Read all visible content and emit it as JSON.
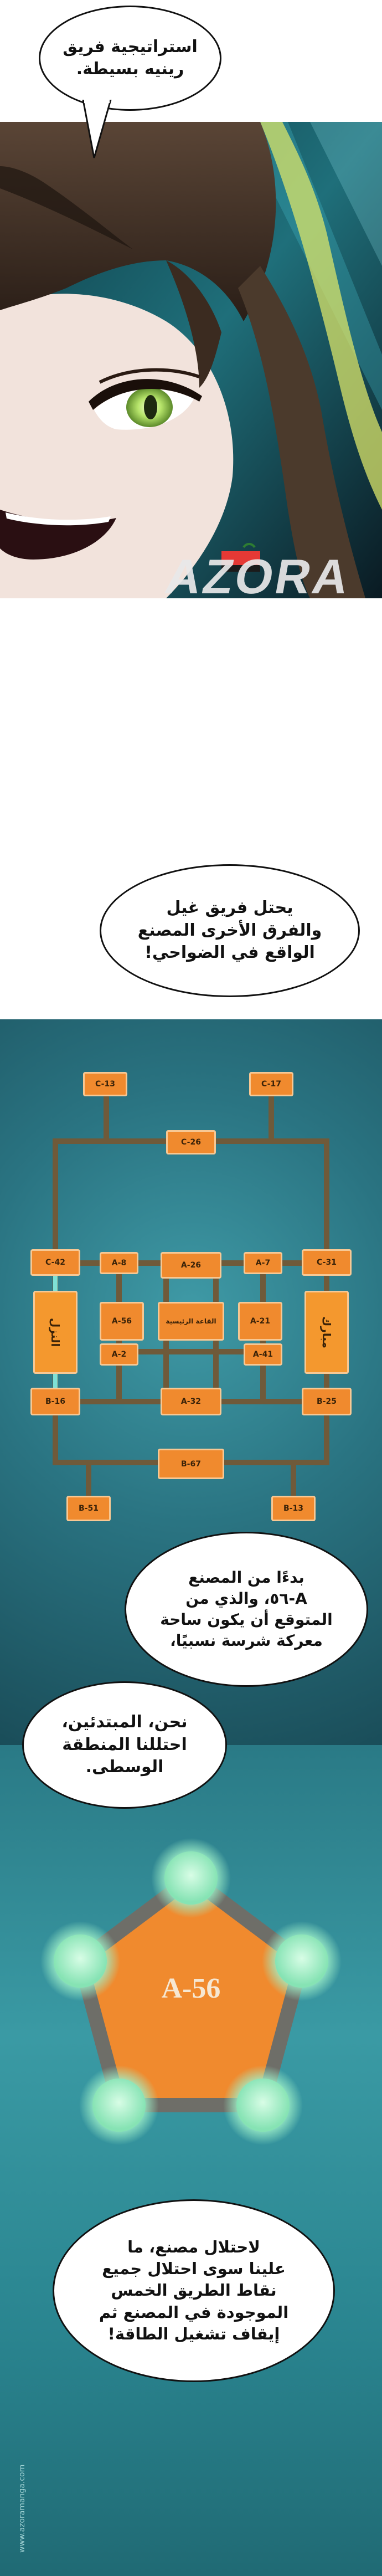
{
  "bubbles": [
    {
      "id": "b1",
      "text": "استراتيجية فريق\nرينيه بسيطة."
    },
    {
      "id": "b2",
      "text": "يحتل فريق غيل\nوالفرق الأخرى المصنع\nالواقع في الضواحي!"
    },
    {
      "id": "b3",
      "text": "بدءًا من المصنع\nA-٥٦، والذي من\nالمتوقع أن يكون ساحة\nمعركة شرسة نسبيًا،"
    },
    {
      "id": "b4",
      "text": "نحن، المبتدئين،\nاحتللنا المنطقة\nالوسطى."
    },
    {
      "id": "b5",
      "text": "لاحتلال مصنع، ما\nعلينا سوى احتلال جميع\nنقاط الطريق الخمس\nالموجودة في المصنع ثم\nإيقاف تشغيل الطاقة!"
    }
  ],
  "watermark": "AZORA",
  "map": {
    "nodes": [
      {
        "id": "c13",
        "label": "C-13"
      },
      {
        "id": "c17",
        "label": "C-17"
      },
      {
        "id": "c26",
        "label": "C-26"
      },
      {
        "id": "c42",
        "label": "C-42"
      },
      {
        "id": "a8",
        "label": "A-8"
      },
      {
        "id": "a26",
        "label": "A-26"
      },
      {
        "id": "a7",
        "label": "A-7"
      },
      {
        "id": "c31",
        "label": "C-31"
      },
      {
        "id": "left_sign",
        "label": "النزل"
      },
      {
        "id": "a56",
        "label": "A-56"
      },
      {
        "id": "center",
        "label": "القاعة الرئيسية"
      },
      {
        "id": "a21",
        "label": "A-21"
      },
      {
        "id": "right_sign",
        "label": "مبارك"
      },
      {
        "id": "a2",
        "label": "A-2"
      },
      {
        "id": "a41",
        "label": "A-41"
      },
      {
        "id": "b16",
        "label": "B-16"
      },
      {
        "id": "a32",
        "label": "A-32"
      },
      {
        "id": "b25",
        "label": "B-25"
      },
      {
        "id": "b67",
        "label": "B-67"
      },
      {
        "id": "b51",
        "label": "B-51"
      },
      {
        "id": "b13",
        "label": "B-13"
      }
    ]
  },
  "pentagon": {
    "label": "A-56"
  },
  "site_watermark": "www.azoramanga.com",
  "colors": {
    "node_fill": "#f08a2e",
    "node_border": "#f7c894",
    "path": "#6f5a3a",
    "highlight": "#7ff0e8",
    "teal_bg": "#2a7482"
  }
}
